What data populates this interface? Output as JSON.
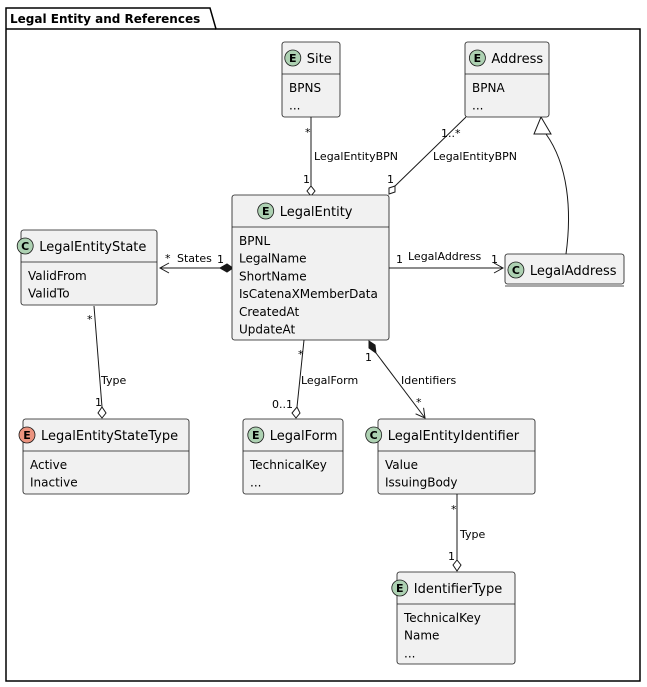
{
  "package": {
    "title": "Legal Entity and References"
  },
  "colors": {
    "box_fill": "#f1f1f1",
    "box_border": "#181818",
    "entity_badge": "#add1b2",
    "class_badge": "#add1b2",
    "enum_badge": "#eb937f"
  },
  "classes": {
    "site": {
      "kind": "E",
      "kind_icon": "entity-badge-icon",
      "name": "Site",
      "attributes": [
        "BPNS",
        "..."
      ]
    },
    "address": {
      "kind": "E",
      "kind_icon": "entity-badge-icon",
      "name": "Address",
      "attributes": [
        "BPNA",
        "..."
      ]
    },
    "legal_entity": {
      "kind": "E",
      "kind_icon": "entity-badge-icon",
      "name": "LegalEntity",
      "attributes": [
        "BPNL",
        "LegalName",
        "ShortName",
        "IsCatenaXMemberData",
        "CreatedAt",
        "UpdateAt"
      ]
    },
    "legal_entity_state": {
      "kind": "C",
      "kind_icon": "class-badge-icon",
      "name": "LegalEntityState",
      "attributes": [
        "ValidFrom",
        "ValidTo"
      ]
    },
    "legal_address": {
      "kind": "C",
      "kind_icon": "class-badge-icon",
      "name": "LegalAddress",
      "attributes": []
    },
    "legal_entity_state_type": {
      "kind": "E",
      "kind_icon": "enum-badge-icon",
      "name": "LegalEntityStateType",
      "attributes": [
        "Active",
        "Inactive"
      ]
    },
    "legal_form": {
      "kind": "E",
      "kind_icon": "entity-badge-icon",
      "name": "LegalForm",
      "attributes": [
        "TechnicalKey",
        "..."
      ]
    },
    "legal_entity_identifier": {
      "kind": "C",
      "kind_icon": "class-badge-icon",
      "name": "LegalEntityIdentifier",
      "attributes": [
        "Value",
        "IssuingBody"
      ]
    },
    "identifier_type": {
      "kind": "E",
      "kind_icon": "entity-badge-icon",
      "name": "IdentifierType",
      "attributes": [
        "TechnicalKey",
        "Name",
        "..."
      ]
    }
  },
  "relations": {
    "site_legal_entity": {
      "label": "LegalEntityBPN",
      "from_mult": "*",
      "to_mult": "1"
    },
    "address_legal_entity": {
      "label": "LegalEntityBPN",
      "from_mult": "1..*",
      "to_mult": "1"
    },
    "legal_entity_states": {
      "label": "States",
      "from_mult": "1",
      "to_mult": "*"
    },
    "legal_entity_legal_address": {
      "label": "LegalAddress",
      "from_mult": "1",
      "to_mult": "1"
    },
    "state_type": {
      "label": "Type",
      "from_mult": "*",
      "to_mult": "1"
    },
    "legal_form": {
      "label": "LegalForm",
      "from_mult": "*",
      "to_mult": "0..1"
    },
    "identifiers": {
      "label": "Identifiers",
      "from_mult": "1",
      "to_mult": "*"
    },
    "identifier_type": {
      "label": "Type",
      "from_mult": "*",
      "to_mult": "1"
    }
  }
}
